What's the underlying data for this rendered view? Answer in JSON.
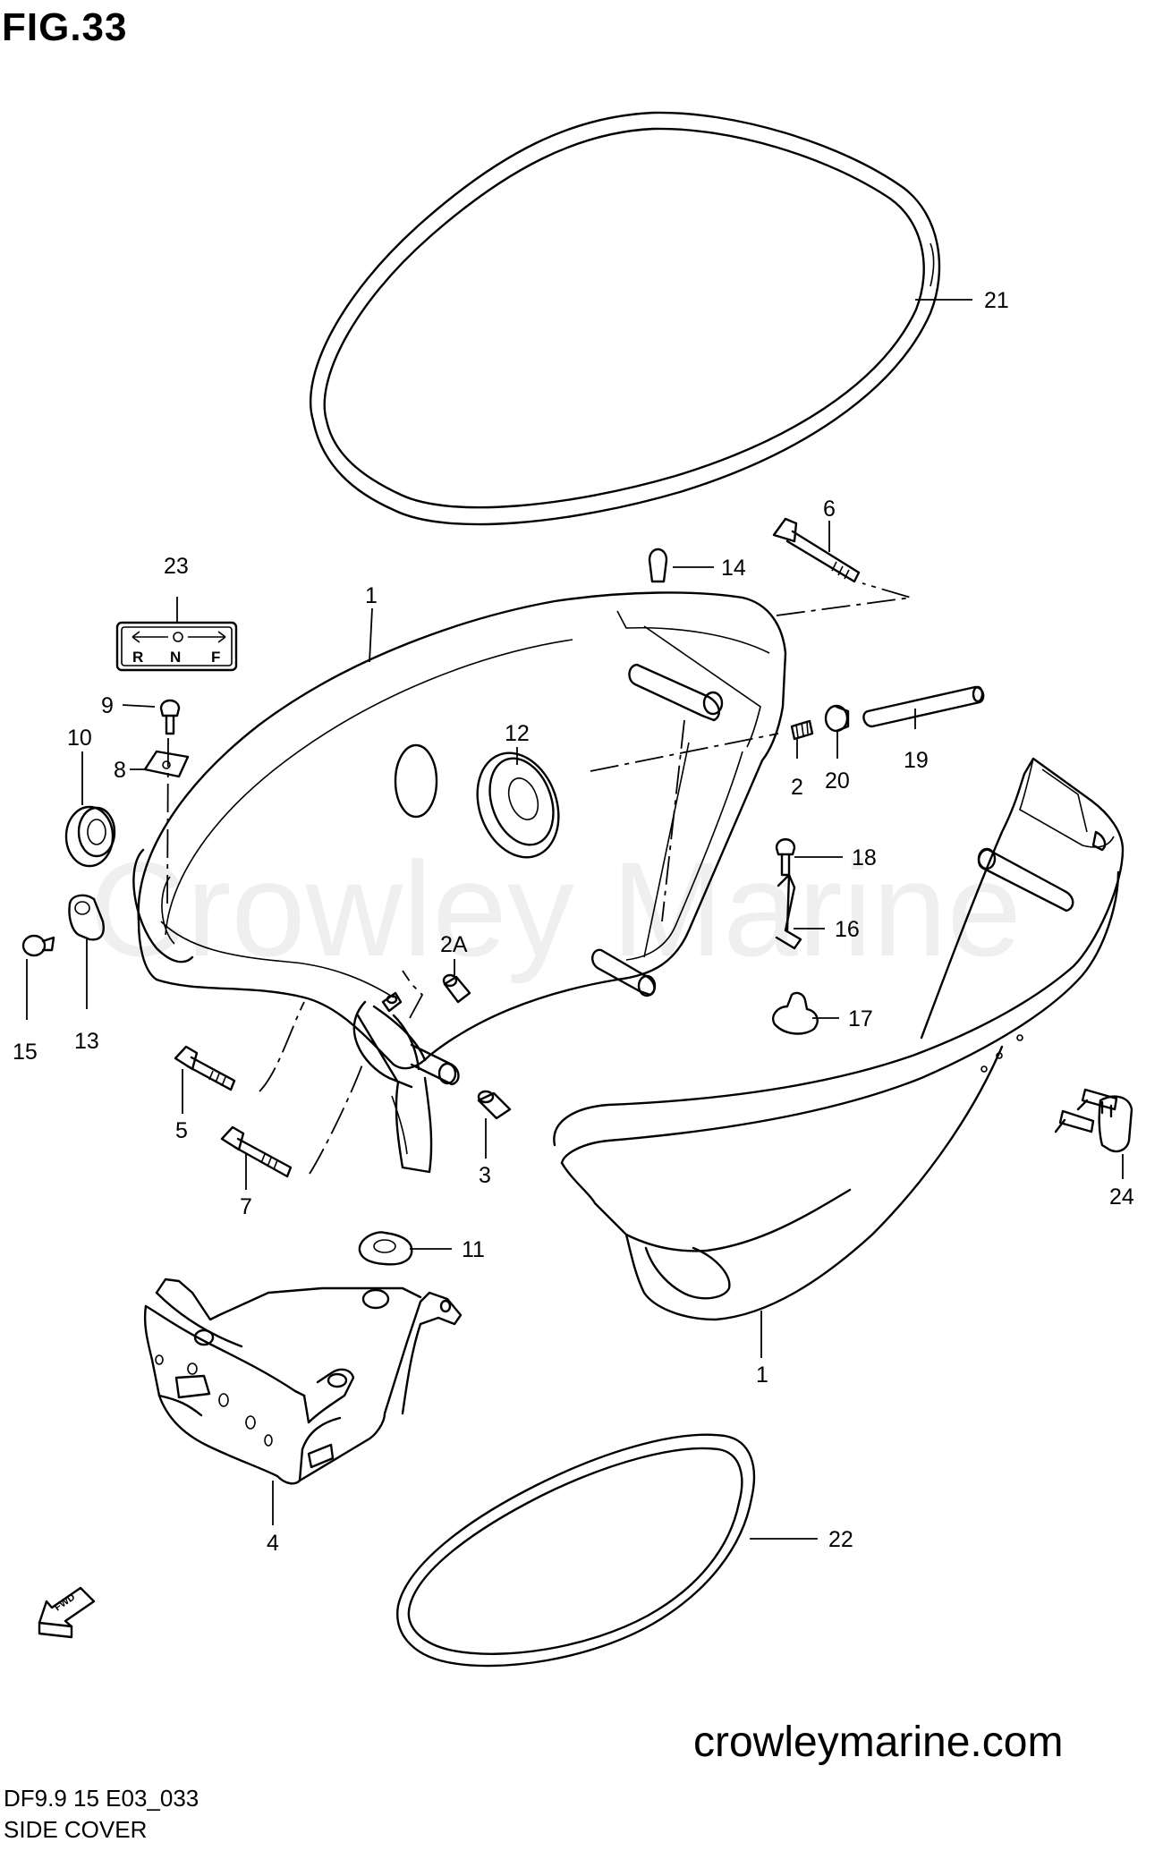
{
  "figure": {
    "title": "FIG.33",
    "model": "DF9.9 15 E03_033",
    "caption": "SIDE COVER",
    "site": "crowleymarine.com",
    "watermark": "Crowley Marine"
  },
  "labels": {
    "p1a": "1",
    "p1b": "1",
    "p2": "2",
    "p2a": "2A",
    "p3": "3",
    "p4": "4",
    "p5": "5",
    "p6": "6",
    "p7": "7",
    "p8": "8",
    "p9": "9",
    "p10": "10",
    "p11": "11",
    "p12": "12",
    "p13": "13",
    "p14": "14",
    "p15": "15",
    "p16": "16",
    "p17": "17",
    "p18": "18",
    "p19": "19",
    "p20": "20",
    "p21": "21",
    "p22": "22",
    "p23": "23",
    "p24": "24"
  },
  "shift_label": {
    "r": "R",
    "n": "N",
    "f": "F"
  },
  "fwd_label": "FWD"
}
